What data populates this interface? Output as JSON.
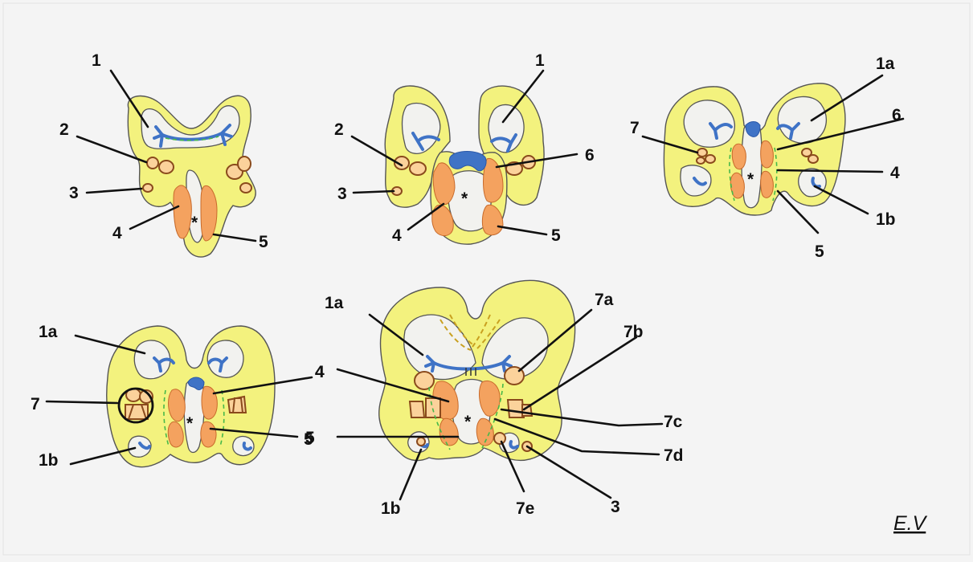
{
  "signature": "E.V",
  "labels": {
    "d1": [
      "1",
      "2",
      "3",
      "4",
      "*",
      "5"
    ],
    "d2": [
      "1",
      "2",
      "3",
      "6",
      "*",
      "4",
      "5"
    ],
    "d3": [
      "1a",
      "7",
      "6",
      "*",
      "4",
      "1b",
      "5"
    ],
    "d4": [
      "1a",
      "4",
      "7",
      "*",
      "5",
      "1b"
    ],
    "d5": [
      "1a",
      "7a",
      "7b",
      "4",
      "*",
      "7c",
      "5",
      "7d",
      "1b",
      "7e",
      "3"
    ]
  }
}
